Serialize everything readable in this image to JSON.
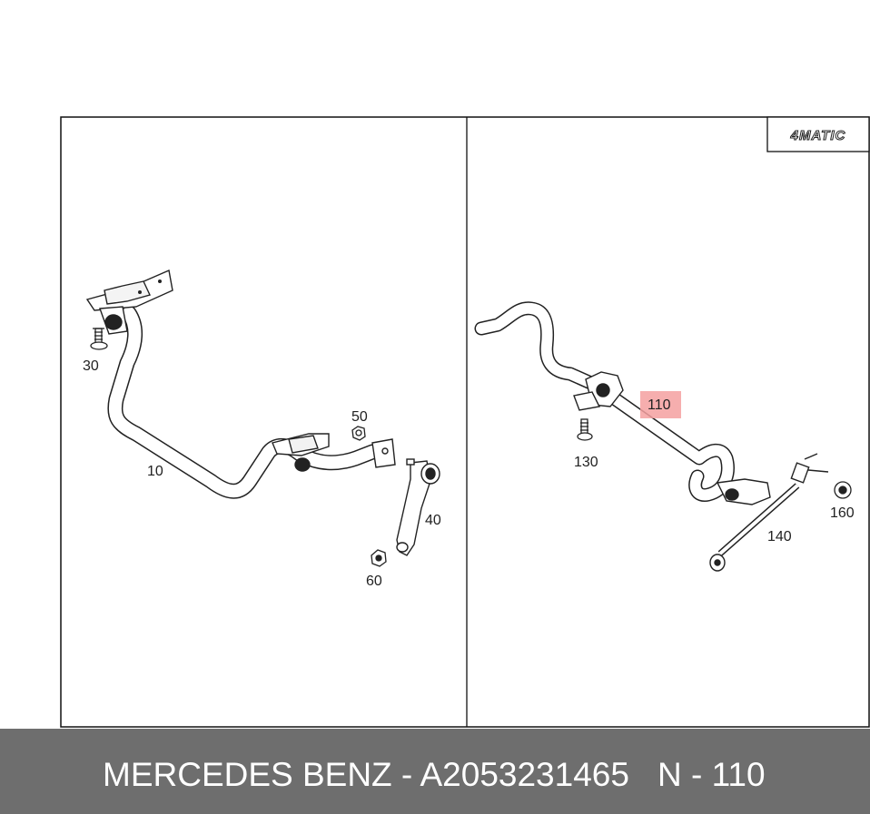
{
  "badge": {
    "text": "4MATIC"
  },
  "left_panel": {
    "callouts": {
      "c10": "10",
      "c30": "30",
      "c40": "40",
      "c50": "50",
      "c60": "60"
    }
  },
  "right_panel": {
    "callouts": {
      "c110": "110",
      "c130": "130",
      "c140": "140",
      "c160": "160"
    },
    "highlight_color": "#f4a0a0"
  },
  "footer": {
    "left_text": "MERCEDES BENZ - A2053231465",
    "right_text": "N - 110",
    "background": "#6e6e6e"
  }
}
